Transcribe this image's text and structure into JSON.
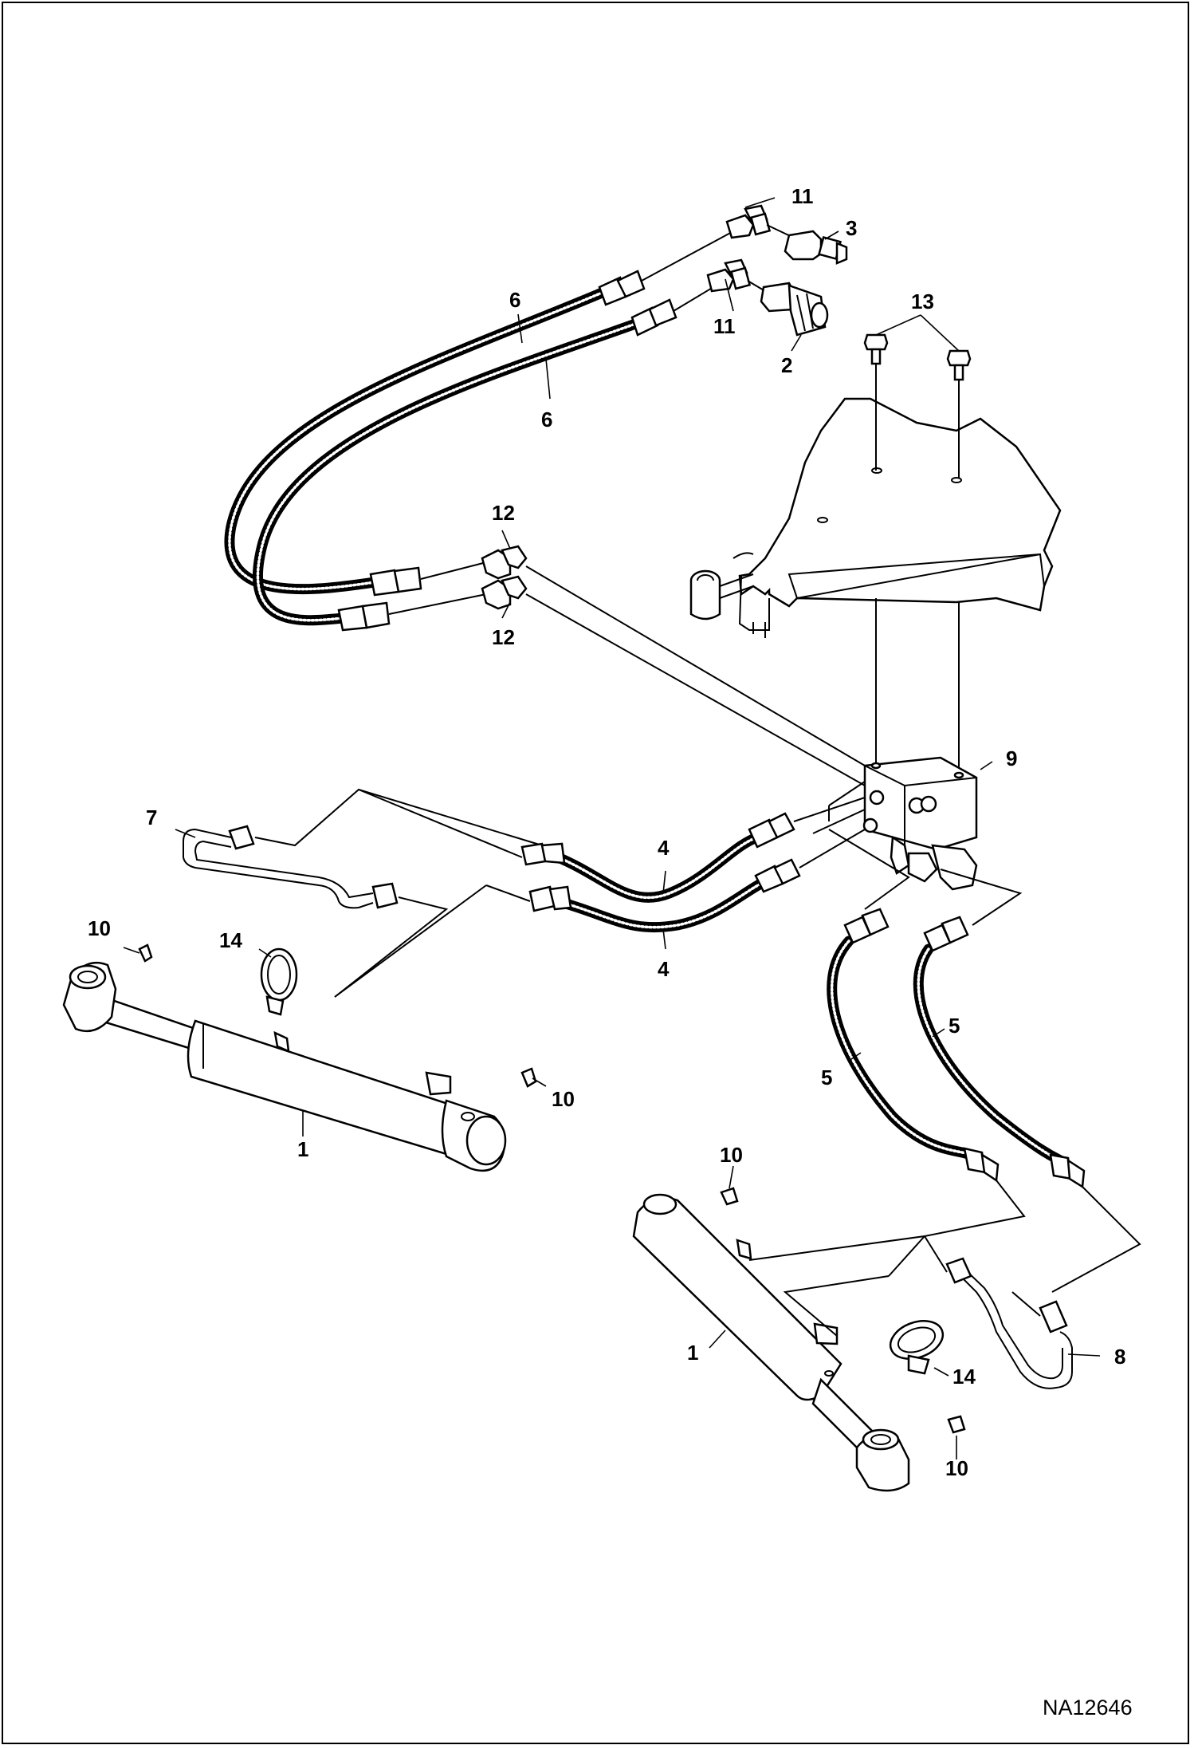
{
  "diagram": {
    "document_id": "NA12646",
    "callouts": {
      "c1a": "1",
      "c1b": "1",
      "c2": "2",
      "c3": "3",
      "c4a": "4",
      "c4b": "4",
      "c5a": "5",
      "c5b": "5",
      "c6a": "6",
      "c6b": "6",
      "c7": "7",
      "c8": "8",
      "c9": "9",
      "c10a": "10",
      "c10b": "10",
      "c10c": "10",
      "c10d": "10",
      "c11a": "11",
      "c11b": "11",
      "c12a": "12",
      "c12b": "12",
      "c13": "13",
      "c14a": "14",
      "c14b": "14"
    }
  }
}
